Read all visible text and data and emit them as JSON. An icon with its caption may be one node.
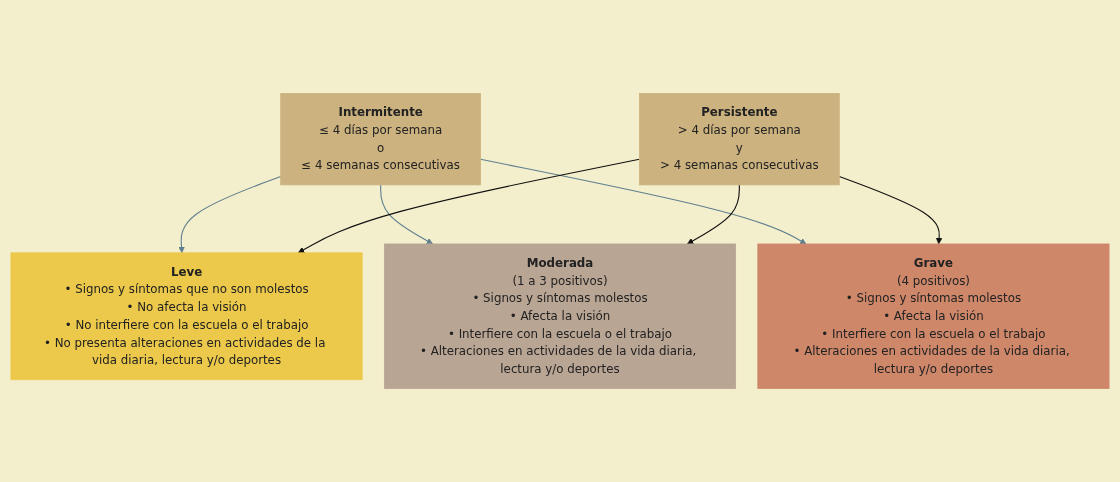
{
  "diagram": {
    "nodes": [
      {
        "text": [
          "Intermitente",
          "≤ 4 días por semana",
          "o",
          "≤ 4 semanas consecutivas"
        ]
      },
      {
        "text": [
          "Persistente",
          "> 4 días por semana",
          "y",
          "> 4 semanas consecutivas"
        ]
      },
      {
        "text": [
          "Leve",
          "• Signos y síntomas que no son molestos",
          "• No afecta la visión",
          "• No interfiere con la escuela o el trabajo",
          "• No presenta alteraciones en actividades de la vida diaria, lectura y/o deportes"
        ]
      },
      {
        "text": [
          "Moderada",
          "(1 a 3 positivos)",
          "• Signos y síntomas molestos",
          "• Afecta la visión",
          "• Interfiere con la escuela o el trabajo",
          "• Alteraciones en actividades de la vida diaria, lectura y/o deportes"
        ]
      },
      {
        "text": [
          "Grave",
          "(4 positivos)",
          "• Signos y síntomas molestos",
          "• Afecta la visión",
          "• Interfiere con la escuela o el trabajo",
          "• Alteraciones en actividades de la vida diaria, lectura y/o deportes"
        ]
      }
    ],
    "edges": [
      {
        "from": 0,
        "to": 2,
        "arrow": "to",
        "color": "#5f7f8f"
      },
      {
        "from": 0,
        "to": 3,
        "arrow": "to",
        "color": "#5f7f8f"
      },
      {
        "from": 0,
        "to": 4,
        "arrow": "to",
        "color": "#5f7f8f"
      },
      {
        "from": 1,
        "to": 2,
        "arrow": "to",
        "color": "#111111"
      },
      {
        "from": 1,
        "to": 3,
        "arrow": "to",
        "color": "#111111"
      },
      {
        "from": 1,
        "to": 4,
        "arrow": "to",
        "color": "#111111"
      }
    ]
  }
}
